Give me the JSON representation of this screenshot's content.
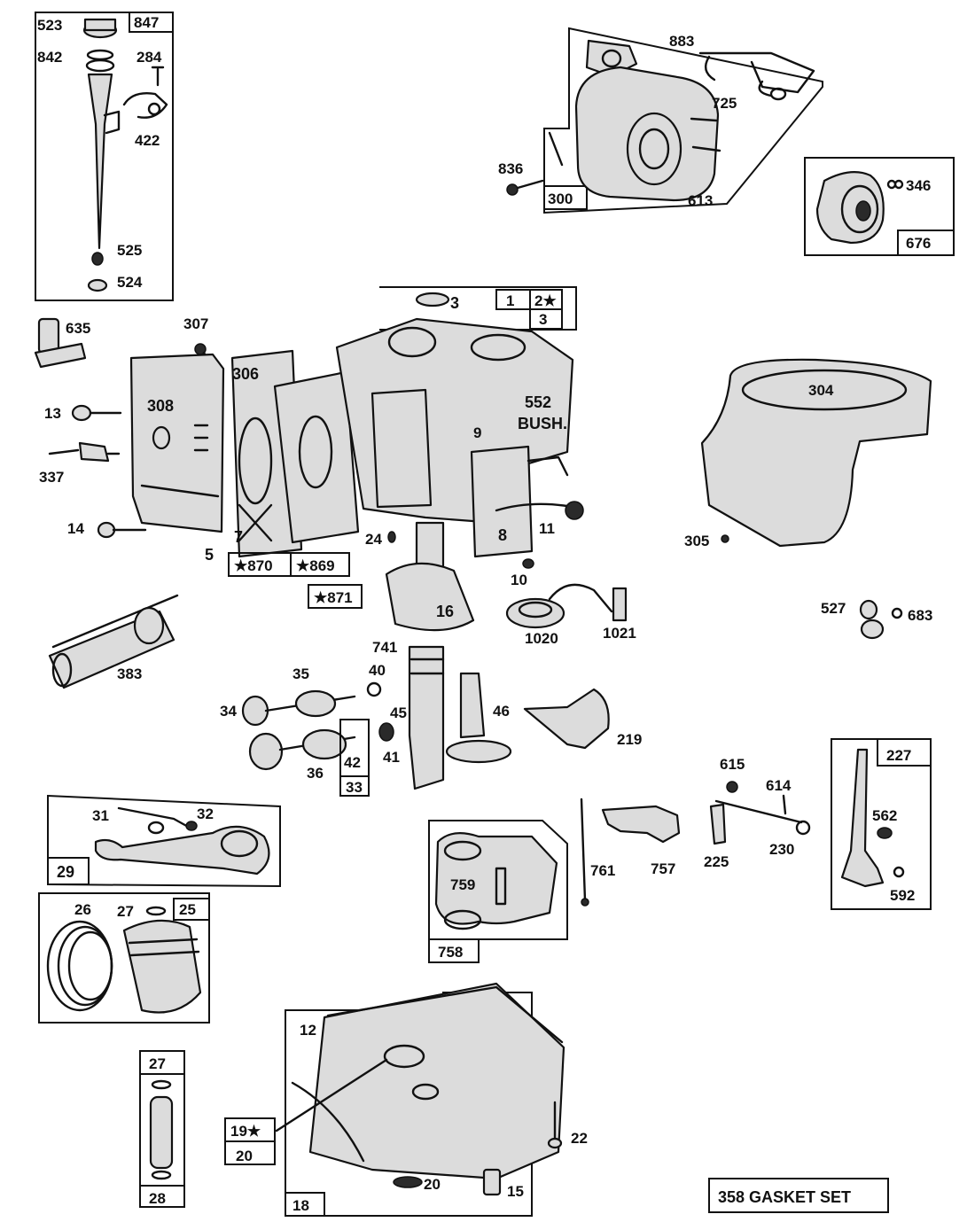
{
  "labels": {
    "p523": "523",
    "p847": "847",
    "p842": "842",
    "p284": "284",
    "p422": "422",
    "p525": "525",
    "p524": "524",
    "p883": "883",
    "p725": "725",
    "p836": "836",
    "p300": "300",
    "p613": "613",
    "p346": "346",
    "p676": "676",
    "p635": "635",
    "p307": "307",
    "p306": "306",
    "p308": "308",
    "p13": "13",
    "p337": "337",
    "p14": "14",
    "p7": "7",
    "p5": "5",
    "p870": "★870",
    "p869": "★869",
    "p871": "★871",
    "p24": "24",
    "p3a": "3",
    "p1": "1",
    "p2": "2★",
    "p3b": "3",
    "p552a": "552",
    "p552b": "BUSH.",
    "p9": "9",
    "p8": "8",
    "p11": "11",
    "p10": "10",
    "p16": "16",
    "p1020": "1020",
    "p1021": "1021",
    "p304": "304",
    "p305": "305",
    "p527": "527",
    "p683": "683",
    "p383": "383",
    "p741": "741",
    "p35": "35",
    "p40": "40",
    "p34": "34",
    "p45": "45",
    "p46": "46",
    "p219": "219",
    "p41": "41",
    "p36": "36",
    "p42": "42",
    "p33": "33",
    "p615": "615",
    "p614": "614",
    "p225": "225",
    "p230": "230",
    "p227": "227",
    "p562": "562",
    "p592": "592",
    "p31": "31",
    "p32": "32",
    "p29": "29",
    "p26": "26",
    "p27a": "27",
    "p25": "25",
    "p761": "761",
    "p757": "757",
    "p759": "759",
    "p758": "758",
    "p12": "12",
    "p19": "19★",
    "p20a": "20",
    "p18": "18",
    "p20b": "20",
    "p22": "22",
    "p15": "15",
    "p27b": "27",
    "p28": "28",
    "gasket": "358 GASKET SET"
  }
}
